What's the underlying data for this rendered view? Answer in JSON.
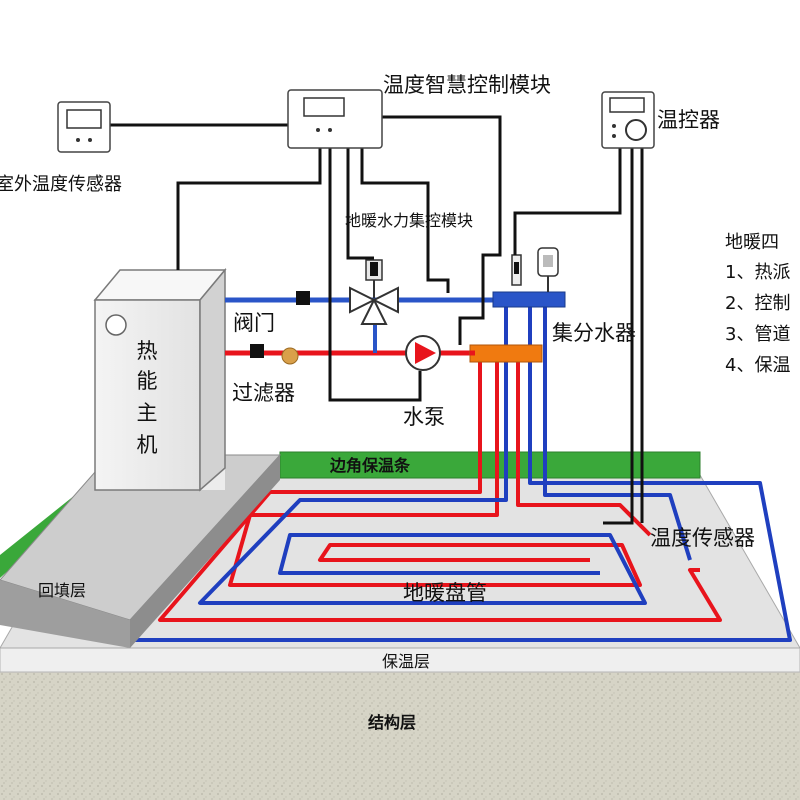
{
  "labels": {
    "smart_module": "温度智慧控制模块",
    "thermostat": "温控器",
    "outdoor_sensor": "室外温度传感器",
    "hydraulic_module": "地暖水力集控模块",
    "valve": "阀门",
    "filter": "过滤器",
    "pump": "水泵",
    "manifold": "集分水器",
    "heat_host_1": "热",
    "heat_host_2": "能",
    "heat_host_3": "主",
    "heat_host_4": "机",
    "edge_insulation": "边角保温条",
    "temp_sensor": "温度传感器",
    "backfill": "回填层",
    "floor_coil": "地暖盘管",
    "insulation_layer": "保温层",
    "structure_layer": "结构层"
  },
  "side_panel": {
    "title": "地暖四",
    "items": [
      "1、热派",
      "2、控制",
      "3、管道",
      "4、保温"
    ]
  },
  "colors": {
    "hot_pipe": "#e8141c",
    "cold_pipe": "#1f3fbf",
    "green_strip": "#3aa83a",
    "manifold_supply": "#f07a10",
    "manifold_return": "#2a55c8",
    "control_wire": "#111111",
    "floor_slab": "#e2e2e2",
    "backfill_slab": "#bdbdbd",
    "structure_layer": "#cfcfc2"
  }
}
